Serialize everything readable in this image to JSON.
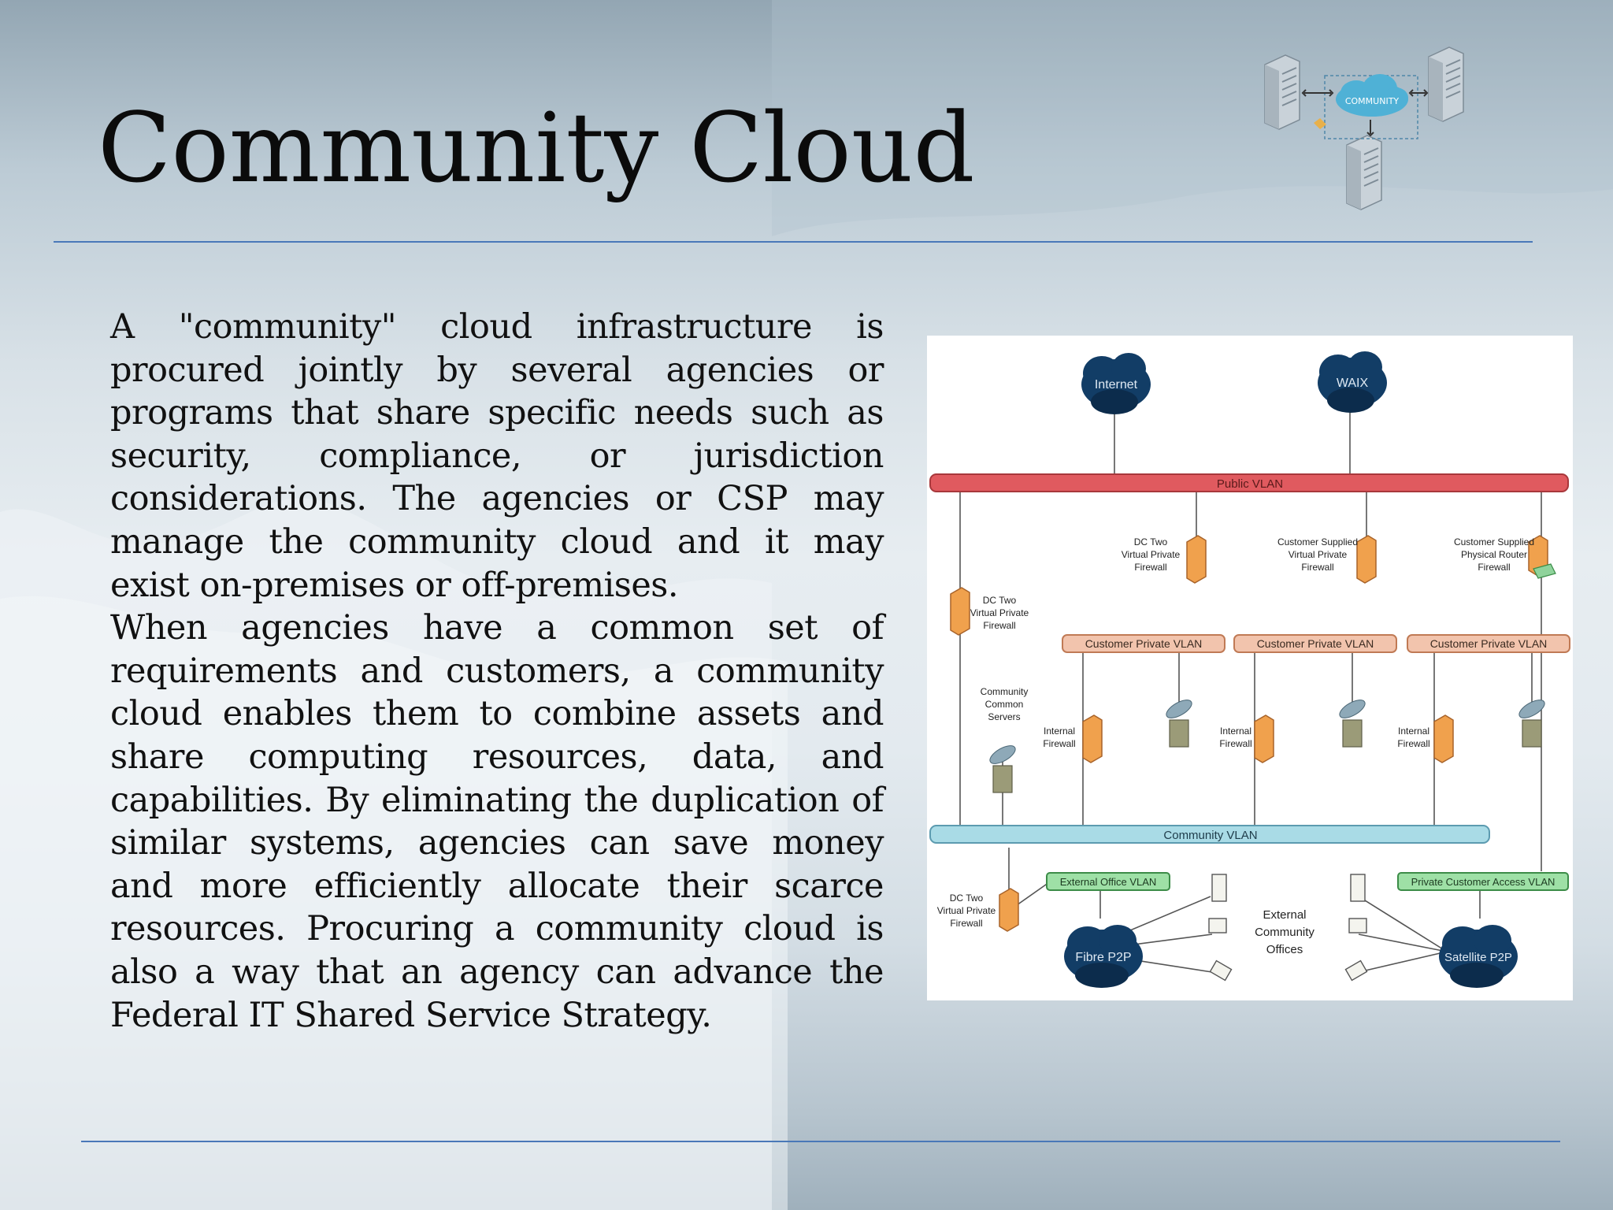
{
  "slide": {
    "title": "Community Cloud",
    "paragraphs": [
      "A \"community\" cloud infrastructure is procured jointly by several agencies or programs that share specific needs such as security, compliance, or jurisdiction considerations.  The agencies or CSP may manage the community cloud and it may exist on-premises or off-premises.",
      "When agencies have a common set of requirements and customers, a community cloud enables them to combine assets and share computing resources, data, and capabilities.  By eliminating the duplication of similar systems, agencies can save money and more efficiently allocate their scarce resources.  Procuring a community cloud is also a way that an agency can advance the Federal IT Shared Service Strategy."
    ]
  },
  "logo": {
    "cloud_label": "COMMUNITY",
    "icon": "community-cloud-icon"
  },
  "diagram": {
    "clouds": {
      "internet": "Internet",
      "waix": "WAIX",
      "fibre": "Fibre P2P",
      "satellite": "Satellite P2P"
    },
    "vlans": {
      "public": "Public VLAN",
      "customer_private": "Customer Private VLAN",
      "community": "Community VLAN",
      "external_office": "External Office VLAN",
      "private_customer_access": "Private Customer Access VLAN"
    },
    "labels": {
      "dc_two_vpf_line1": "DC Two",
      "dc_two_vpf_line2": "Virtual Private",
      "dc_two_vpf_line3": "Firewall",
      "customer_supplied": "Customer Supplied",
      "virtual_private": "Virtual Private",
      "physical_router": "Physical Router",
      "firewall": "Firewall",
      "internal": "Internal",
      "community": "Community",
      "common": "Common",
      "servers": "Servers",
      "external": "External",
      "offices": "Offices"
    },
    "colors": {
      "public_vlan": "#e05a5f",
      "customer_vlan": "#f2c4ad",
      "community_vlan": "#a9dbe6",
      "access_vlan": "#9ee0a6",
      "firewall": "#f0a14d",
      "cloud": "#123d66"
    }
  },
  "colors": {
    "rule": "#4a78b8",
    "title": "#0b0b0b"
  }
}
